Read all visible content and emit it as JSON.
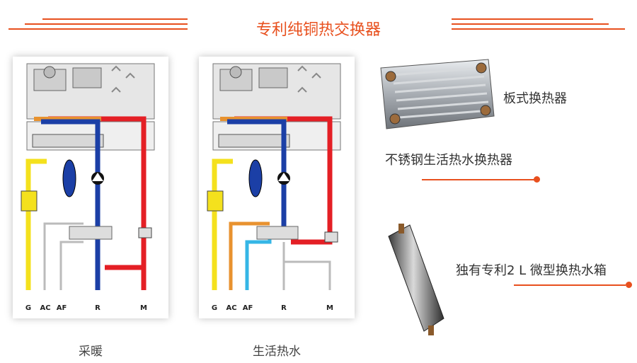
{
  "header": {
    "title": "专利纯铜热交换器"
  },
  "diagrams": {
    "heating": {
      "caption": "采暖",
      "ports": [
        "G",
        "AC",
        "AF",
        "R",
        "M"
      ]
    },
    "hot_water": {
      "caption": "生活热水",
      "ports": [
        "G",
        "AC",
        "AF",
        "R",
        "M"
      ]
    }
  },
  "components": {
    "plate_exchanger": "板式换热器",
    "stainless_exchanger": "不锈钢生活热水换热器",
    "micro_tank": "独有专利2 L 微型换热水箱"
  },
  "colors": {
    "accent": "#e8501e",
    "pipe_red": "#e41f25",
    "pipe_blue": "#1b3fa6",
    "pipe_yellow": "#f4e11d",
    "pipe_orange": "#e8922f",
    "pipe_cyan": "#35b6e6"
  }
}
